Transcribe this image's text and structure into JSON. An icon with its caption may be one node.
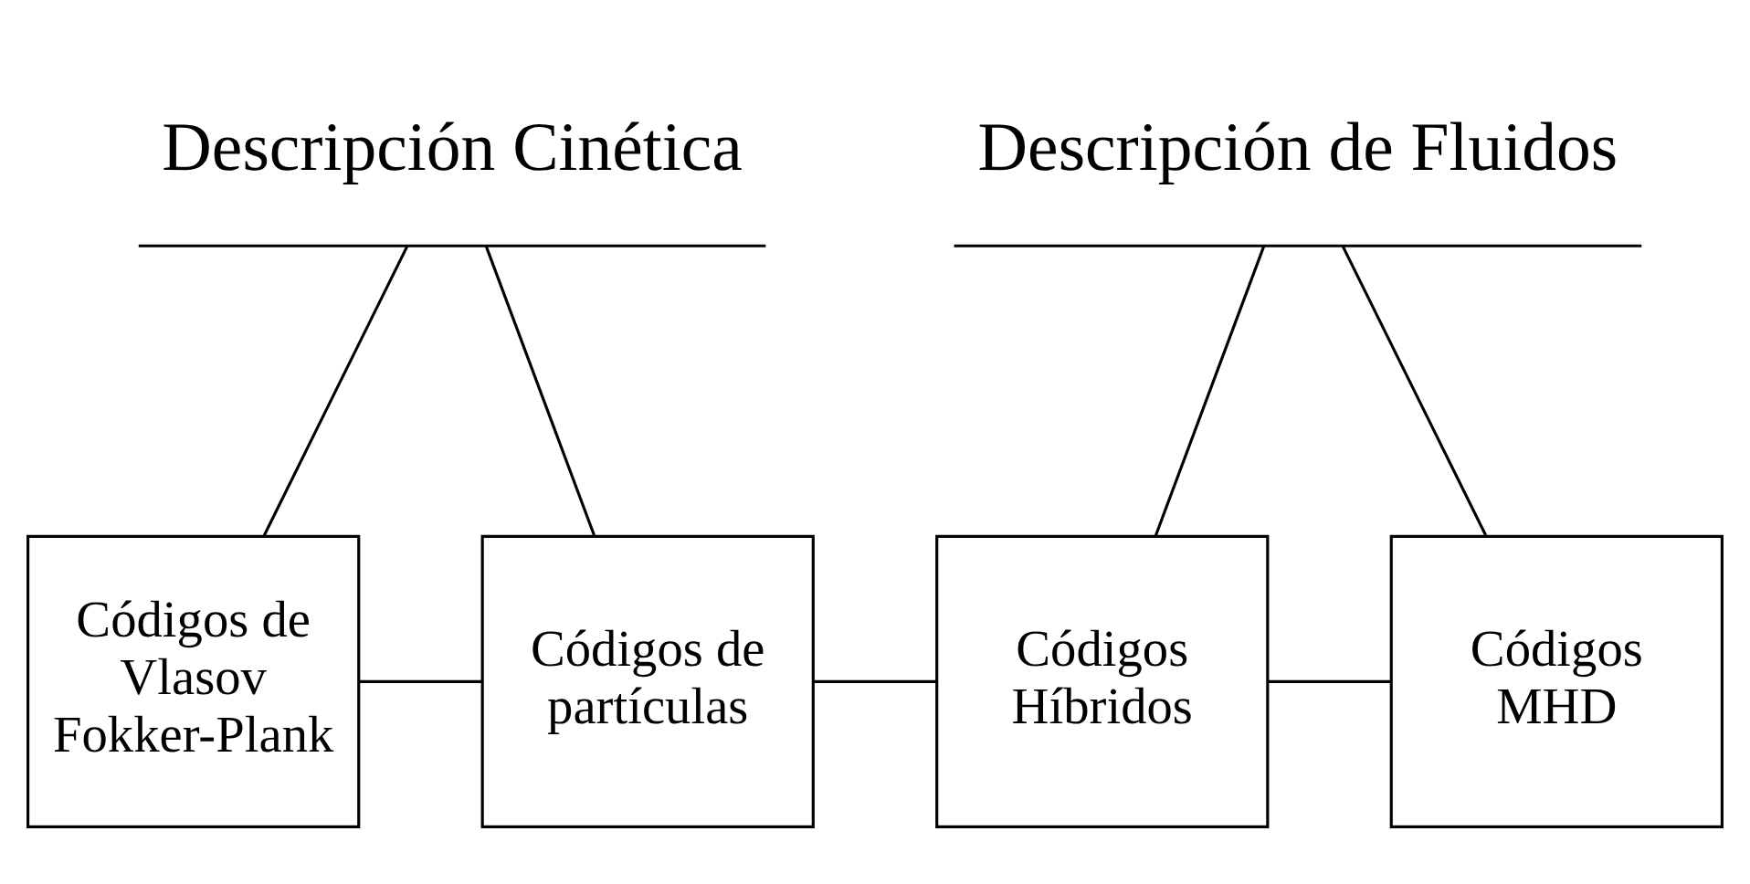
{
  "diagram": {
    "nodes": [
      {
        "text": [
          "Descripción Cinética"
        ]
      },
      {
        "text": [
          "Descripción de Fluidos"
        ]
      },
      {
        "text": [
          "Códigos de Vlasov Fokker-Plank"
        ]
      },
      {
        "text": [
          "Códigos de partículas"
        ]
      },
      {
        "text": [
          "Códigos Híbridos"
        ]
      },
      {
        "text": [
          "Códigos MHD"
        ]
      }
    ],
    "edges": [
      {
        "from": 0,
        "to": 2,
        "arrow": "none"
      },
      {
        "from": 0,
        "to": 3,
        "arrow": "none"
      },
      {
        "from": 1,
        "to": 4,
        "arrow": "none"
      },
      {
        "from": 1,
        "to": 5,
        "arrow": "none"
      },
      {
        "from": 2,
        "to": 3,
        "arrow": "none"
      },
      {
        "from": 3,
        "to": 4,
        "arrow": "none"
      },
      {
        "from": 4,
        "to": 5,
        "arrow": "none"
      }
    ]
  }
}
